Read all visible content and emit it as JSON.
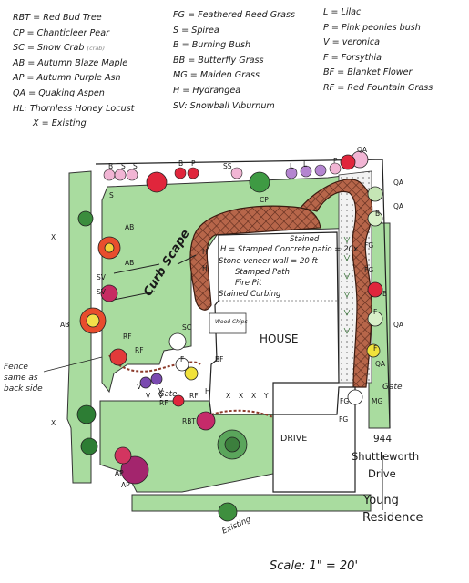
{
  "legend": {
    "col1": [
      "RBT = Red Bud Tree",
      "CP = Chanticleer Pear",
      "SC = Snow Crab",
      "AB = Autumn Blaze Maple",
      "AP = Autumn Purple Ash",
      "QA = Quaking Aspen",
      "HL: Thornless Honey Locust",
      "X = Existing"
    ],
    "col2": [
      "FG = Feathered Reed Grass",
      "S = Spirea",
      "B = Burning Bush",
      "BB = Butterfly Grass",
      "MG = Maiden Grass",
      "H = Hydrangea",
      "SV: Snowball Viburnum"
    ],
    "col3": [
      "L = Lilac",
      "P = Pink peonies bush",
      "V = veronica",
      "F = Forsythia",
      "BF = Blanket Flower",
      "RF = Red Fountain Grass"
    ],
    "snow_crab_note": "(crab)"
  },
  "plan": {
    "patio_lines": [
      "Stained",
      "H = Stamped Concrete patio = 20x",
      "Stone veneer wall = 20 ft",
      "Stamped Path",
      "Fire Pit",
      "Stained Curbing"
    ],
    "curb_scape": "Curb Scape",
    "wood_chips": "Wood Chips",
    "house": "HOUSE",
    "drive": "DRIVE",
    "fence_note": [
      "Fence",
      "same as",
      "back side"
    ],
    "gate_left": "Gate",
    "gate_right": "Gate",
    "existing": "Existing",
    "address": [
      "944",
      "Shuttleworth",
      "Drive"
    ],
    "residence": [
      "Young",
      "Residence"
    ],
    "scale": "Scale: 1\" = 20'",
    "plant_labels": {
      "top_row": [
        "B",
        "S",
        "S",
        "B",
        "P",
        "SS",
        "L",
        "L",
        "P",
        "QA"
      ],
      "right_col": [
        "QA",
        "QA",
        "FG",
        "FG",
        "B",
        "F",
        "QA",
        "F",
        "MG"
      ],
      "left_col": [
        "AB",
        "AB",
        "SV",
        "SV",
        "AB",
        "RF",
        "X",
        "X"
      ],
      "inner": [
        "CP",
        "SC",
        "H",
        "H",
        "F",
        "V",
        "V",
        "RF",
        "RF",
        "RBT",
        "RF",
        "AP",
        "AP",
        "FG",
        "FG",
        "X",
        "X",
        "X",
        "Y",
        "S",
        "QA",
        "V",
        "V",
        "H",
        "B",
        "BF"
      ]
    }
  }
}
